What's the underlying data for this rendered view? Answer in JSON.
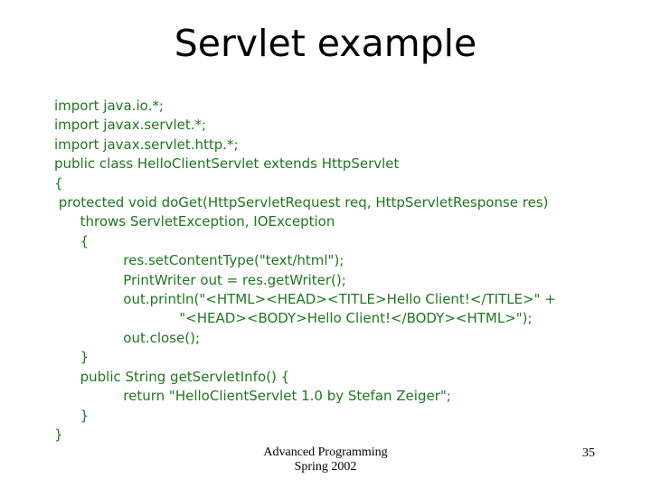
{
  "title": "Servlet example",
  "code": {
    "color": "#1e781e",
    "lines": [
      "import java.io.*;",
      "import javax.servlet.*;",
      "import javax.servlet.http.*;",
      "public class HelloClientServlet extends HttpServlet",
      "{",
      " protected void doGet(HttpServletRequest req, HttpServletResponse res)",
      "      throws ServletException, IOException",
      "      {",
      "                res.setContentType(\"text/html\");",
      "                PrintWriter out = res.getWriter();",
      "                out.println(\"<HTML><HEAD><TITLE>Hello Client!</TITLE>\" +",
      "                             \"<HEAD><BODY>Hello Client!</BODY><HTML>\");",
      "                out.close();",
      "      }",
      "      public String getServletInfo() {",
      "                return \"HelloClientServlet 1.0 by Stefan Zeiger\";",
      "      }",
      "}"
    ]
  },
  "footer": {
    "course": "Advanced Programming",
    "semester": "Spring 2002",
    "page_number": "35"
  }
}
